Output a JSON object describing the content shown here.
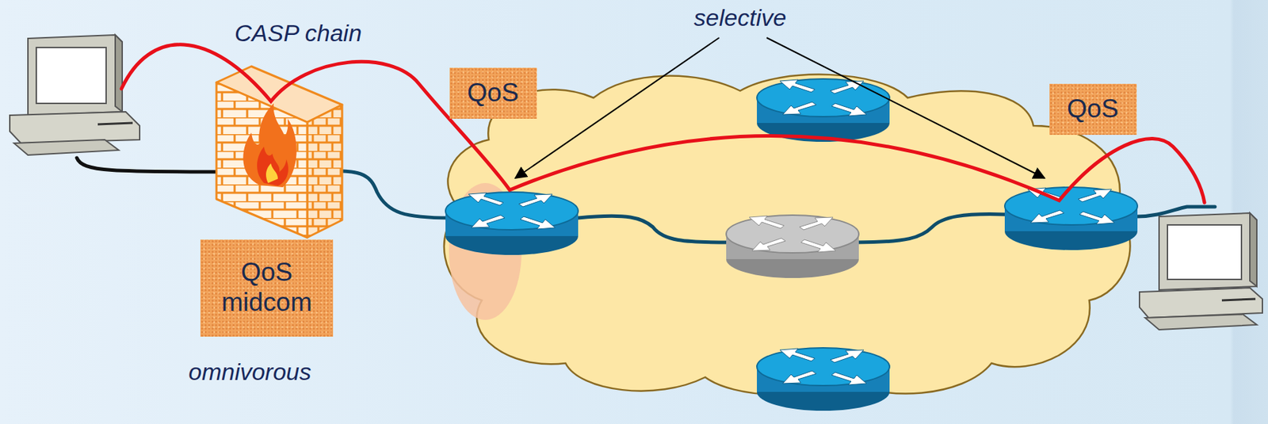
{
  "diagram": {
    "nodes": [
      {
        "text": [
          "QoS"
        ]
      },
      {
        "text": [
          "QoS"
        ]
      },
      {
        "text": [
          "QoS midcom"
        ]
      }
    ],
    "labels": [
      "CASP chain",
      "selective",
      "omnivorous"
    ]
  }
}
